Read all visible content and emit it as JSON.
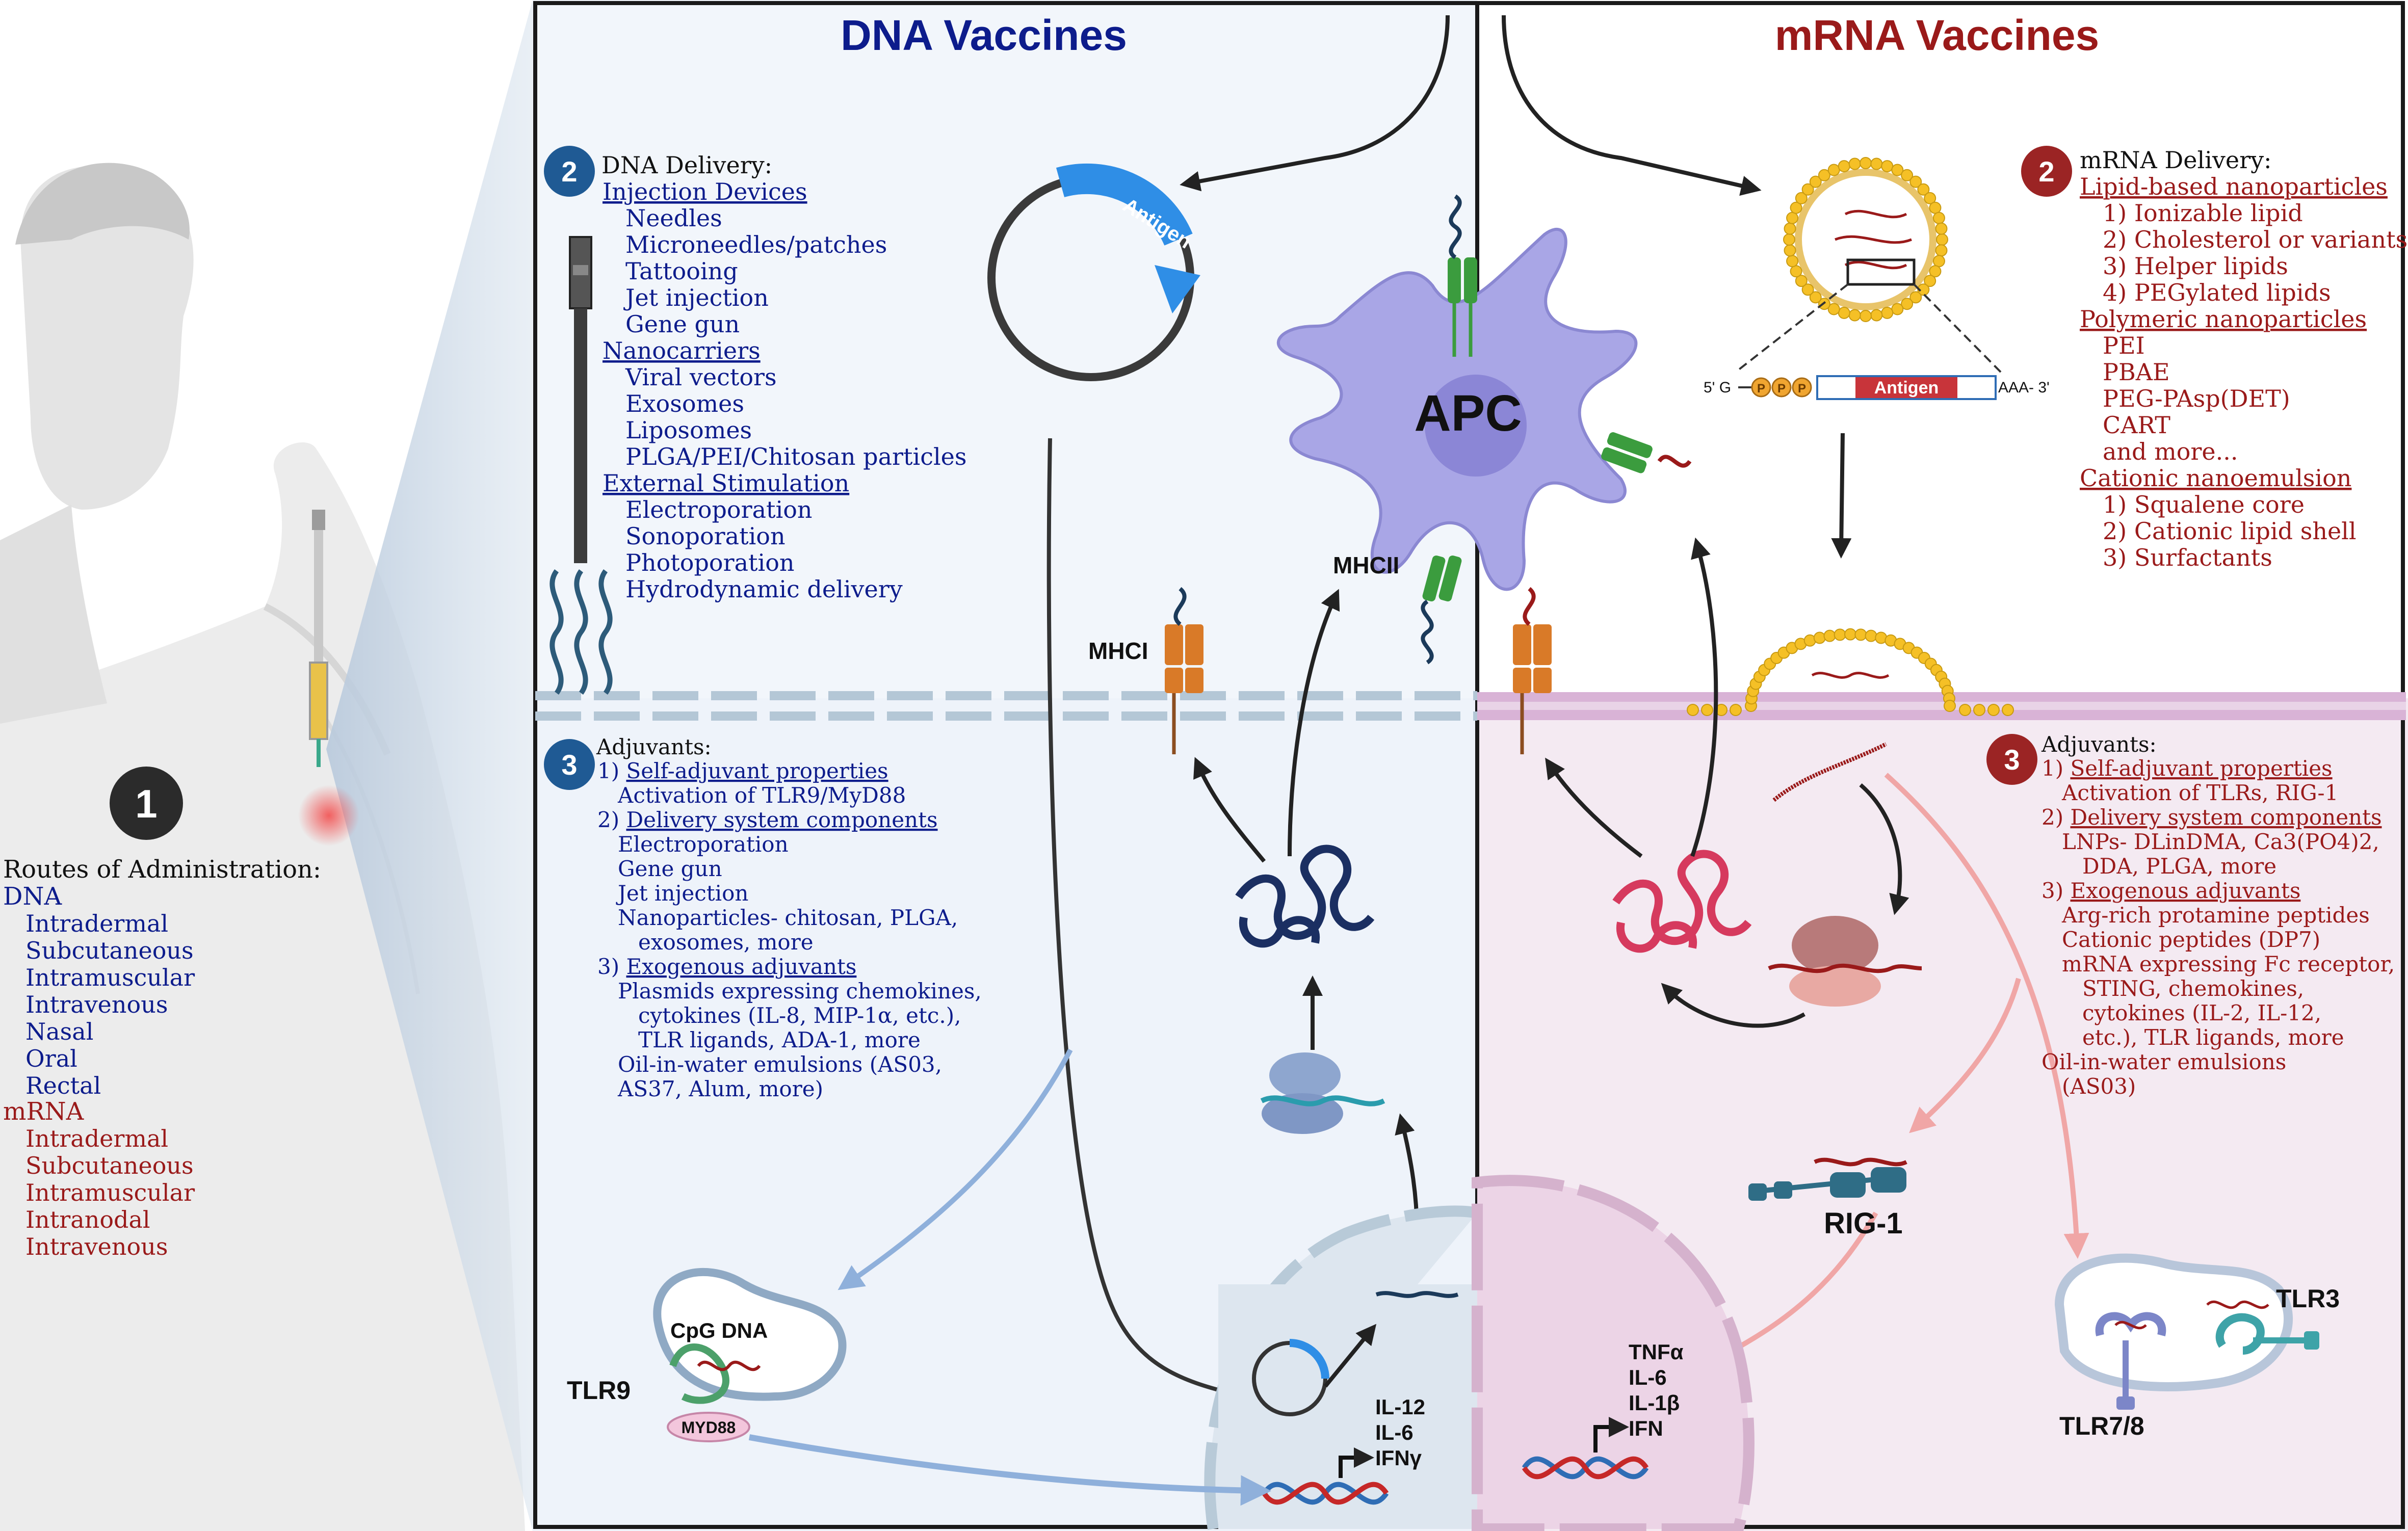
{
  "left_panel": {
    "step_number": "1",
    "routes_title": "Routes of Administration:",
    "dna_label": "DNA",
    "dna_routes": [
      "Intradermal",
      "Subcutaneous",
      "Intramuscular",
      "Intravenous",
      "Nasal",
      "Oral",
      "Rectal"
    ],
    "mrna_label": "mRNA",
    "mrna_routes": [
      "Intradermal",
      "Subcutaneous",
      "Intramuscular",
      "Intranodal",
      "Intravenous"
    ]
  },
  "dna_panel": {
    "title": "DNA Vaccines",
    "delivery_number": "2",
    "delivery_title": "DNA Delivery:",
    "delivery_groups": [
      {
        "heading": "Injection Devices",
        "items": [
          "Needles",
          "Microneedles/patches",
          "Tattooing",
          "Jet injection",
          "Gene gun"
        ]
      },
      {
        "heading": "Nanocarriers",
        "items": [
          "Viral vectors",
          "Exosomes",
          "Liposomes",
          "PLGA/PEI/Chitosan particles"
        ]
      },
      {
        "heading": "External Stimulation",
        "items": [
          "Electroporation",
          "Sonoporation",
          "Photoporation",
          "Hydrodynamic delivery"
        ]
      }
    ],
    "plasmid_label": "Antigen",
    "adjuvant_number": "3",
    "adjuvant_title": "Adjuvants:",
    "adjuvant_lines": [
      {
        "text": "1) ",
        "head": "Self-adjuvant properties",
        "indent": 0
      },
      {
        "text": "Activation of TLR9/MyD88",
        "indent": 1
      },
      {
        "text": "2) ",
        "head": "Delivery system components",
        "indent": 0
      },
      {
        "text": "Electroporation",
        "indent": 1
      },
      {
        "text": "Gene gun",
        "indent": 1
      },
      {
        "text": "Jet injection",
        "indent": 1
      },
      {
        "text": "Nanoparticles- chitosan, PLGA,",
        "indent": 1
      },
      {
        "text": "exosomes, more",
        "indent": 2
      },
      {
        "text": "3) ",
        "head": "Exogenous adjuvants",
        "indent": 0
      },
      {
        "text": "Plasmids expressing chemokines,",
        "indent": 1
      },
      {
        "text": "cytokines (IL-8, MIP-1α, etc.),",
        "indent": 2
      },
      {
        "text": "TLR ligands, ADA-1, more",
        "indent": 2
      },
      {
        "text": "Oil-in-water emulsions (AS03,",
        "indent": 1
      },
      {
        "text": "AS37, Alum, more)",
        "indent": 1
      }
    ],
    "mhci_label": "MHCI",
    "mhcii_label": "MHCII",
    "tlr9_label": "TLR9",
    "cpg_label": "CpG DNA",
    "myd88_label": "MYD88",
    "cytokines": [
      "IL-12",
      "IL-6",
      "IFNγ"
    ]
  },
  "apc_label": "APC",
  "mrna_panel": {
    "title": "mRNA Vaccines",
    "delivery_number": "2",
    "delivery_title": "mRNA Delivery:",
    "delivery_groups": [
      {
        "heading": "Lipid-based nanoparticles",
        "items": [
          "1) Ionizable lipid",
          "2) Cholesterol or variants",
          "3) Helper lipids",
          "4) PEGylated lipids"
        ]
      },
      {
        "heading": "Polymeric nanoparticles",
        "items": [
          "PEI",
          "PBAE",
          "PEG-PAsp(DET)",
          "CART",
          "and more..."
        ]
      },
      {
        "heading": "Cationic nanoemulsion",
        "items": [
          "1) Squalene core",
          "2) Cationic lipid shell",
          "3) Surfactants"
        ]
      }
    ],
    "construct": {
      "five_prime": "5' G",
      "cap": [
        "P",
        "P",
        "P"
      ],
      "antigen": "Antigen",
      "three_prime": "AAA- 3'"
    },
    "adjuvant_number": "3",
    "adjuvant_title": "Adjuvants:",
    "adjuvant_lines": [
      {
        "text": "1) ",
        "head": "Self-adjuvant properties",
        "indent": 0
      },
      {
        "text": "Activation of TLRs, RIG-1",
        "indent": 1
      },
      {
        "text": "2) ",
        "head": "Delivery system components",
        "indent": 0
      },
      {
        "text": "LNPs- DLinDMA, Ca3(PO4)2,",
        "indent": 1
      },
      {
        "text": "DDA, PLGA, more",
        "indent": 2
      },
      {
        "text": "3) ",
        "head": "Exogenous adjuvants",
        "indent": 0
      },
      {
        "text": "Arg-rich protamine peptides",
        "indent": 1
      },
      {
        "text": "Cationic peptides (DP7)",
        "indent": 1
      },
      {
        "text": "mRNA expressing  Fc receptor,",
        "indent": 1
      },
      {
        "text": "STING, chemokines,",
        "indent": 2
      },
      {
        "text": "cytokines (IL-2, IL-12,",
        "indent": 2
      },
      {
        "text": "etc.), TLR ligands, more",
        "indent": 2
      },
      {
        "text": "Oil-in-water emulsions",
        "indent": 0
      },
      {
        "text": "(AS03)",
        "indent": 1
      }
    ],
    "rig1_label": "RIG-1",
    "tlr3_label": "TLR3",
    "tlr78_label": "TLR7/8",
    "cytokines": [
      "TNFα",
      "IL-6",
      "IL-1β",
      "IFN"
    ]
  },
  "colors": {
    "dna_blue": "#0d1c8c",
    "mrna_red": "#9a1a1a",
    "badge_blue": "#1f5a94",
    "badge_red": "#9b2424",
    "apc_purple": "#a9a6e6",
    "lipid_yellow": "#f5c026",
    "mhc_orange": "#d97a28",
    "mhcii_green": "#3b9c3e"
  }
}
